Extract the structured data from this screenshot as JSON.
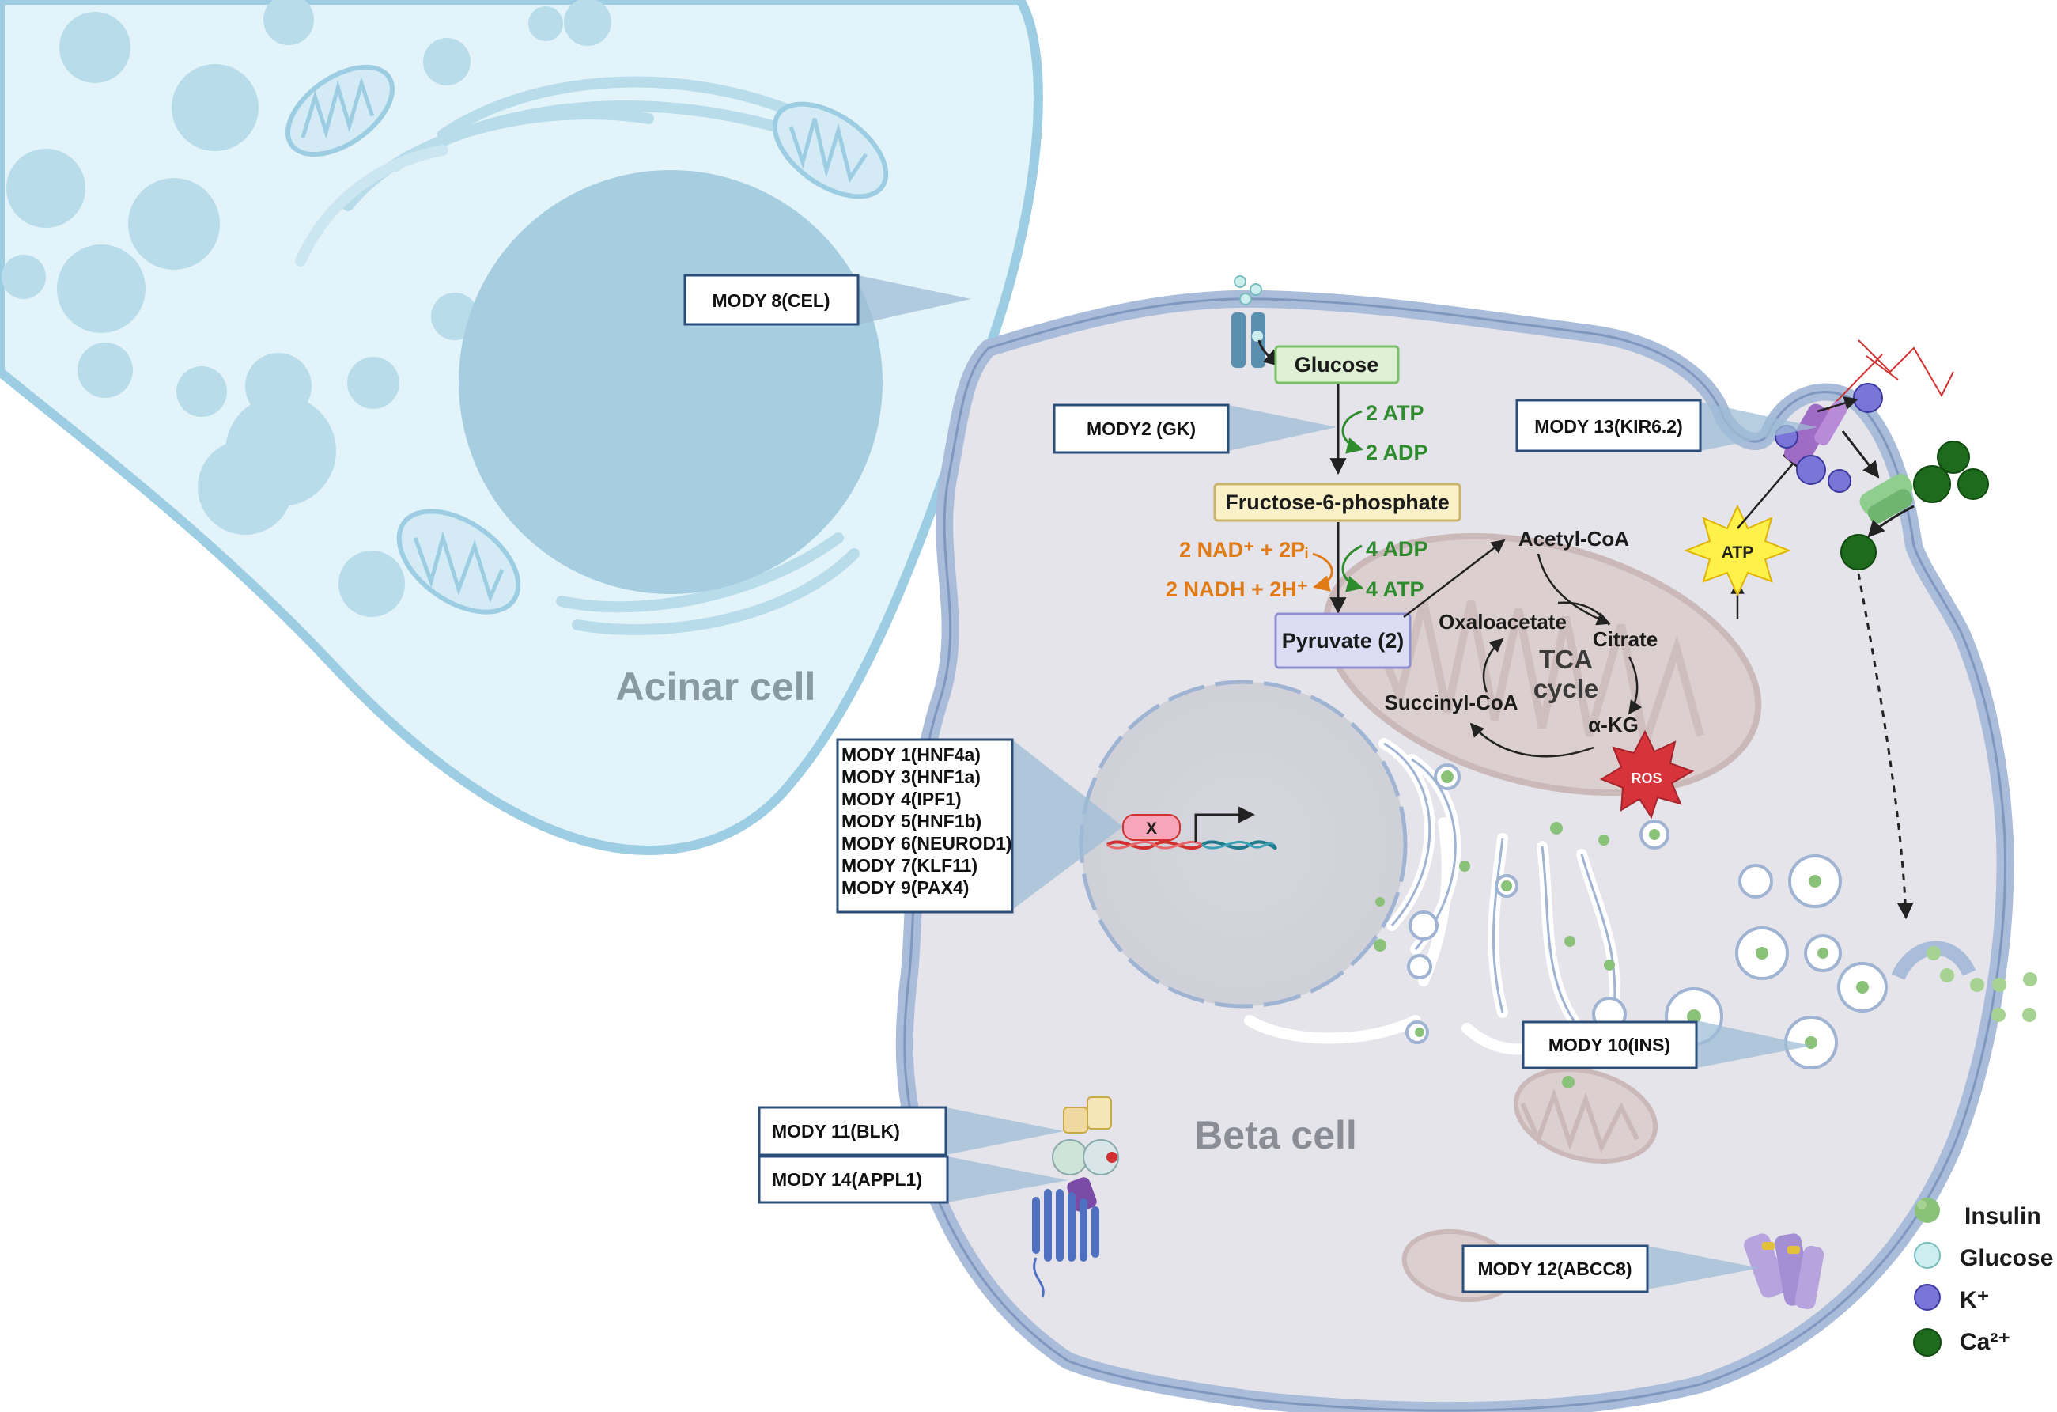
{
  "cells": {
    "acinar_label": "Acinar cell",
    "beta_label": "Beta cell"
  },
  "mody_labels": {
    "mody8": "MODY 8(CEL)",
    "mody2": "MODY2 (GK)",
    "mody13": "MODY 13(KIR6.2)",
    "mody_group": [
      "MODY 1(HNF4a)",
      "MODY 3(HNF1a)",
      "MODY 4(IPF1)",
      "MODY 5(HNF1b)",
      "MODY 6(NEUROD1)",
      "MODY 7(KLF11)",
      "MODY 9(PAX4)"
    ],
    "mody10": "MODY 10(INS)",
    "mody11": "MODY 11(BLK)",
    "mody14": "MODY 14(APPL1)",
    "mody12": "MODY 12(ABCC8)"
  },
  "glycolysis": {
    "glucose": "Glucose",
    "atp_in": "2 ATP",
    "adp_out": "2 ADP",
    "f6p": "Fructose-6-phosphate",
    "nad": "2 NAD⁺ + 2Pᵢ",
    "nadh": "2 NADH + 2H⁺",
    "adp_in": "4 ADP",
    "atp_out": "4 ATP",
    "pyruvate": "Pyruvate (2)"
  },
  "tca": {
    "acetyl": "Acetyl-CoA",
    "oxaloacetate": "Oxaloacetate",
    "citrate": "Citrate",
    "title_line1": "TCA",
    "title_line2": "cycle",
    "succinyl": "Succinyl-CoA",
    "akg": "α-KG",
    "ros": "ROS",
    "atp": "ATP"
  },
  "gene": {
    "factor": "X"
  },
  "legend": {
    "items": [
      {
        "label": "Insulin",
        "color": "#8ac27a",
        "icon": "insulin-icon"
      },
      {
        "label": "Glucose",
        "color": "#cdeeee",
        "icon": "glucose-icon"
      },
      {
        "label": "K⁺",
        "color": "#7a76d8",
        "icon": "potassium-icon"
      },
      {
        "label": "Ca²⁺",
        "color": "#1e6b1e",
        "icon": "calcium-icon"
      }
    ]
  },
  "colors": {
    "acinar_fill": "#e3f3fa",
    "acinar_border": "#9ccde3",
    "beta_fill": "#e4e4ea",
    "beta_border": "#9fb3d2",
    "green_text": "#2e8b2e",
    "orange_text": "#e07b16",
    "mody_border": "#2a4d7a"
  }
}
